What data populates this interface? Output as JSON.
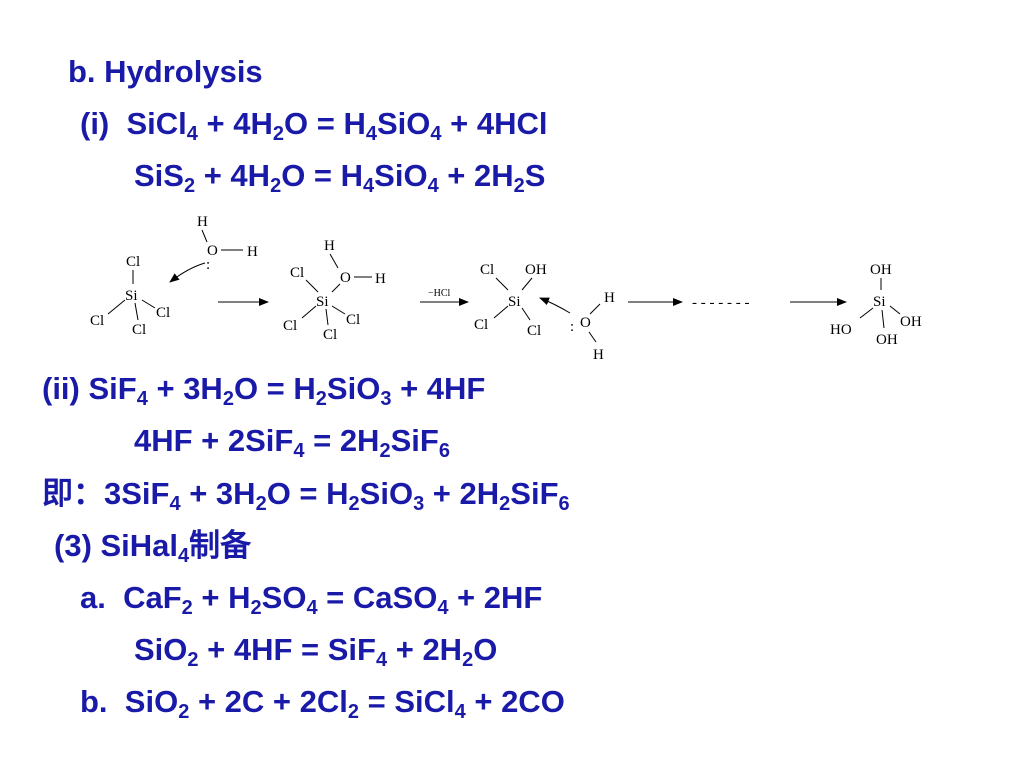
{
  "heading": "b. Hydrolysis",
  "eq1": {
    "label": "(i)",
    "left": [
      "SiCl",
      "4",
      " + 4H",
      "2",
      "O = H",
      "4",
      "SiO",
      "4",
      " + 4HCl"
    ]
  },
  "eq2": [
    "SiS",
    "2",
    " + 4H",
    "2",
    "O = H",
    "4",
    "SiO",
    "4",
    " + 2H",
    "2",
    "S"
  ],
  "scheme": {
    "cl": "Cl",
    "si": "Si",
    "h": "H",
    "o": "O",
    "oh": "OH",
    "ho": "HO",
    "lone_pair": ":",
    "minus_hcl": "−HCl",
    "dashes": "- - - - - - -"
  },
  "eq3": {
    "label": "(ii) ",
    "parts": [
      "SiF",
      "4",
      " + 3H",
      "2",
      "O = H",
      "2",
      "SiO",
      "3",
      " + 4HF"
    ]
  },
  "eq4": [
    "4HF + 2SiF",
    "4",
    " = 2H",
    "2",
    "SiF",
    "6"
  ],
  "eq5": {
    "prefix": "即：",
    "parts": [
      "3SiF",
      "4",
      " + 3H",
      "2",
      "O = H",
      "2",
      "SiO",
      "3",
      " + 2H",
      "2",
      "SiF",
      "6"
    ]
  },
  "sec3": {
    "label": "(3) SiHal",
    "sub": "4",
    "cjk": "制备"
  },
  "eqa1": {
    "label": "a.",
    "parts": [
      "CaF",
      "2",
      " + H",
      "2",
      "SO",
      "4",
      " = CaSO",
      "4",
      " + 2HF"
    ]
  },
  "eqa2": [
    "SiO",
    "2",
    " + 4HF = SiF",
    "4",
    " + 2H",
    "2",
    "O"
  ],
  "eqb": {
    "label": "b.",
    "parts": [
      "SiO",
      "2",
      " + 2C + 2Cl",
      "2",
      " = SiCl",
      "4",
      " + 2CO"
    ]
  }
}
